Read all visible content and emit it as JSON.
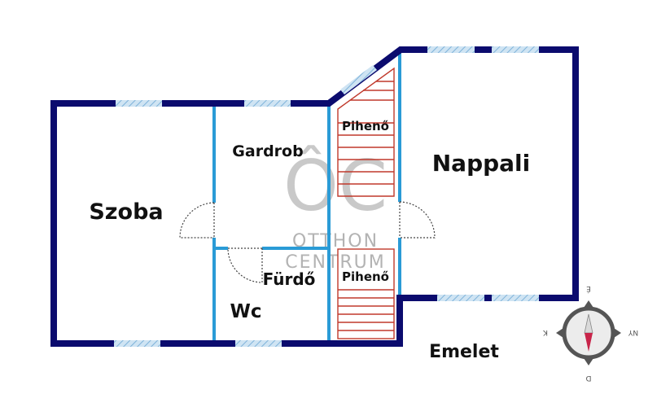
{
  "floor_label": "Emelet",
  "rooms": {
    "szoba": "Szoba",
    "gardrob": "Gardrob",
    "nappali": "Nappali",
    "furdo": "Fürdő",
    "wc": "Wc",
    "piheno_upper": "Pihenő",
    "piheno_lower": "Pihenő"
  },
  "watermark": {
    "line1": "OTTHON",
    "line2": "CENTRUM"
  },
  "compass": {
    "north": "É",
    "south": "D",
    "east": "K",
    "west": "NY"
  },
  "colors": {
    "outer_wall": "#0b0b6e",
    "inner_wall": "#2a9bd6",
    "window": "#9ec9e6",
    "stairs": "#c0392b",
    "watermark": "#b3b3b3",
    "compass_needle": "#c8254a"
  }
}
